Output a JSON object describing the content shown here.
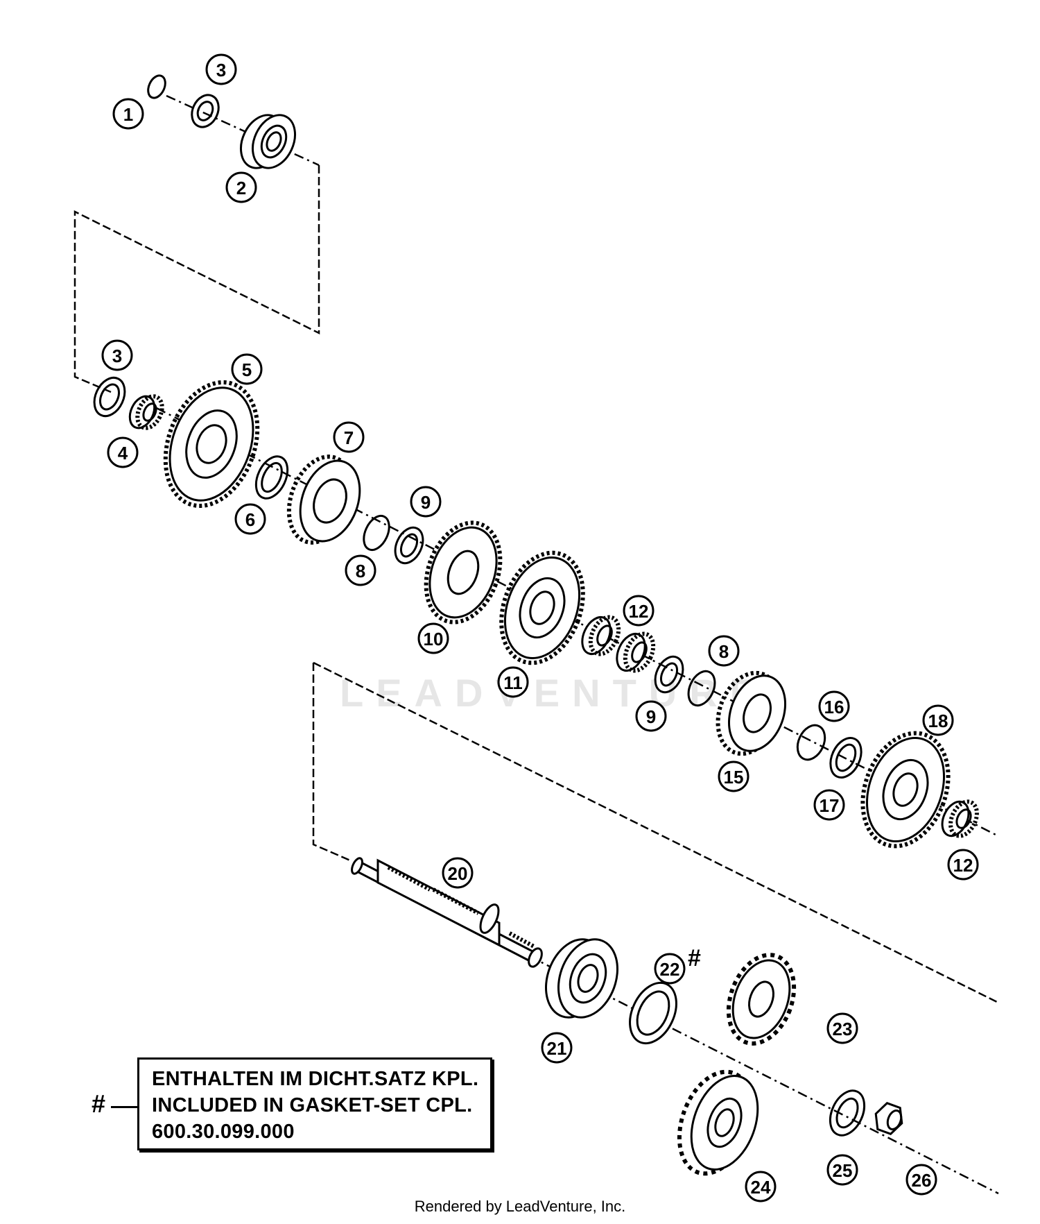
{
  "diagram": {
    "watermark": "LEADVENTURE",
    "callouts": [
      "1",
      "2",
      "3",
      "3",
      "4",
      "5",
      "6",
      "7",
      "8",
      "9",
      "10",
      "11",
      "12",
      "8",
      "9",
      "15",
      "16",
      "17",
      "18",
      "12",
      "20",
      "21",
      "22",
      "23",
      "24",
      "25",
      "26"
    ],
    "hash_mark": "#"
  },
  "note": {
    "hash": "#",
    "line1": "ENTHALTEN IM DICHT.SATZ KPL.",
    "line2": "INCLUDED IN GASKET-SET CPL.",
    "line3": "600.30.099.000"
  },
  "footer": {
    "text": "Rendered by LeadVenture, Inc."
  }
}
